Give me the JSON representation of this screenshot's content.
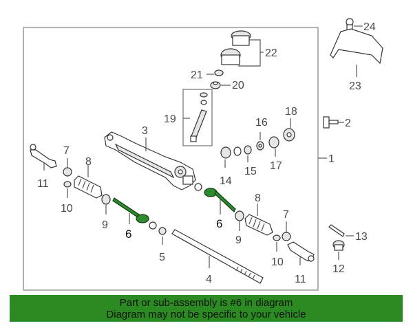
{
  "callouts": {
    "c1": "1",
    "c2": "2",
    "c3": "3",
    "c4": "4",
    "c5": "5",
    "c6a": "6",
    "c6b": "6",
    "c7a": "7",
    "c7b": "7",
    "c8a": "8",
    "c8b": "8",
    "c9a": "9",
    "c9b": "9",
    "c10a": "10",
    "c10b": "10",
    "c11a": "11",
    "c11b": "11",
    "c12": "12",
    "c13": "13",
    "c14": "14",
    "c15": "15",
    "c16": "16",
    "c17": "17",
    "c18": "18",
    "c19": "19",
    "c20": "20",
    "c21": "21",
    "c22": "22",
    "c23": "23",
    "c24": "24"
  },
  "highlight_color": "#2e8a2e",
  "banner": {
    "line1": "Part or sub-assembly is #6 in diagram",
    "line2": "Diagram may not be specific to your vehicle",
    "background": "#2b8a22"
  }
}
